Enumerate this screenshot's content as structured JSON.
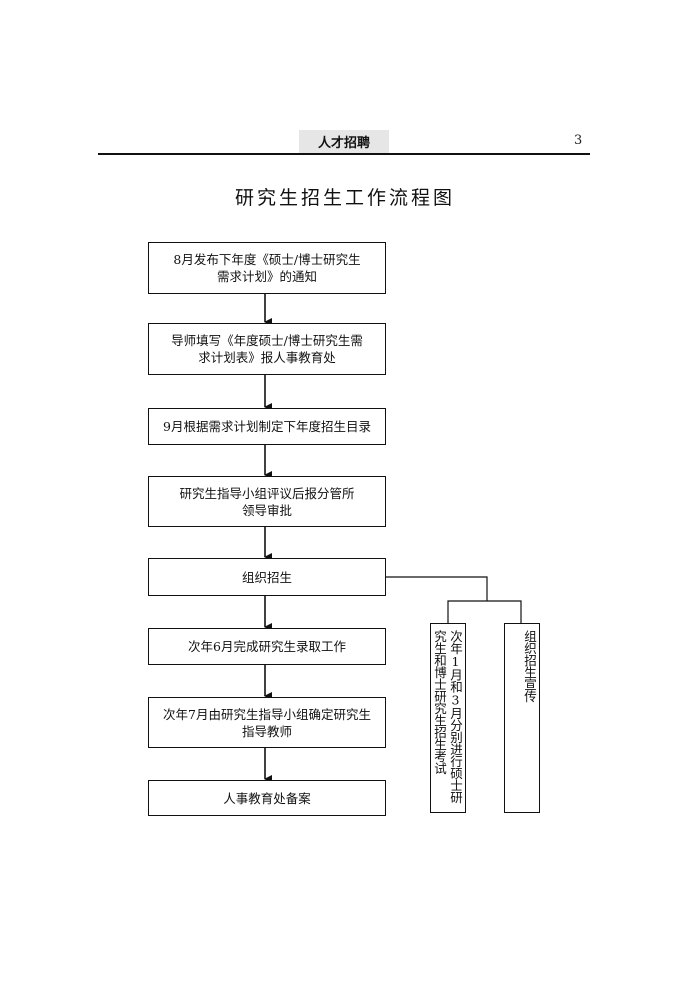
{
  "header": {
    "section": "人才招聘",
    "page_number": "3"
  },
  "title": "研究生招生工作流程图",
  "flow": {
    "steps": [
      {
        "lines": [
          "8月发布下年度《硕士/博士研究生",
          "需求计划》的通知"
        ]
      },
      {
        "lines": [
          "导师填写《年度硕士/博士研究生需",
          "求计划表》报人事教育处"
        ]
      },
      {
        "lines": [
          "9月根据需求计划制定下年度招生目录"
        ]
      },
      {
        "lines": [
          "研究生指导小组评议后报分管所",
          "领导审批"
        ]
      },
      {
        "lines": [
          "组织招生"
        ]
      },
      {
        "lines": [
          "次年6月完成研究生录取工作"
        ]
      },
      {
        "lines": [
          "次年7月由研究生指导小组确定研究生",
          "指导教师"
        ]
      },
      {
        "lines": [
          "人事教育处备案"
        ]
      }
    ],
    "branches": [
      {
        "text": "次年1月和3月分别进行硕士研究生和博士研究生招生考试"
      },
      {
        "text": "组织招生宣传"
      }
    ]
  }
}
